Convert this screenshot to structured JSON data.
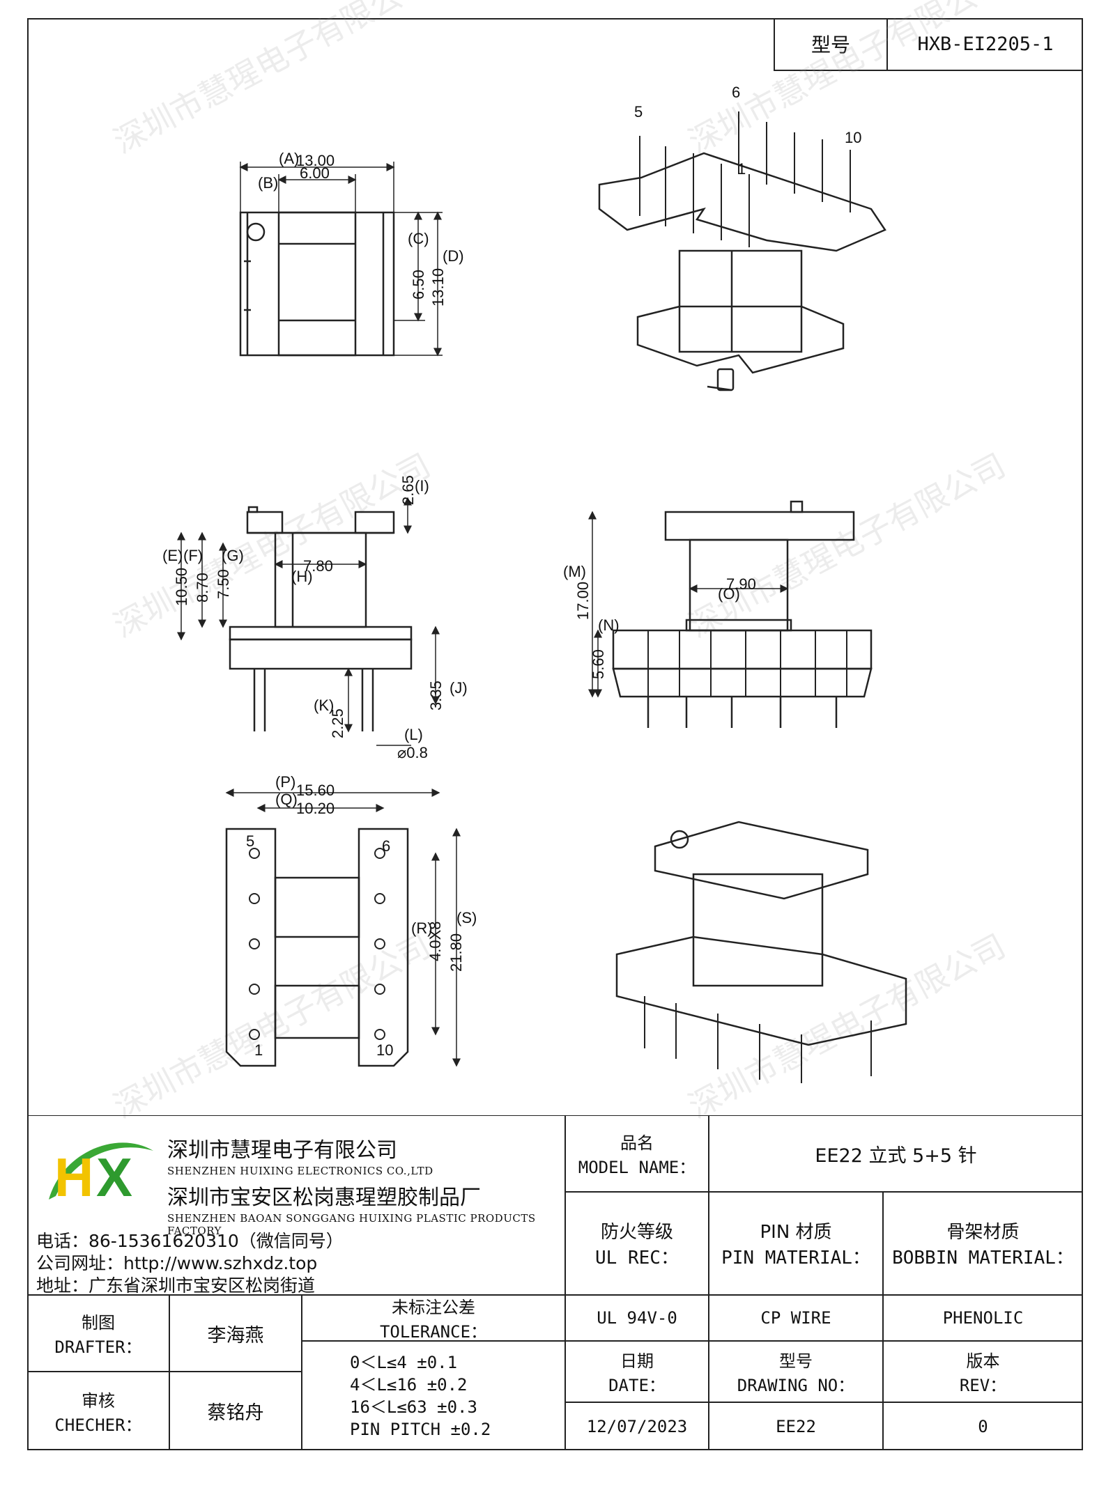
{
  "header": {
    "label": "型号",
    "value": "HXB-EI2205-1"
  },
  "watermark": "深圳市慧瑆电子有限公司",
  "dims": {
    "top": {
      "A": "(A)",
      "A_val": "13.00",
      "B": "(B)",
      "B_val": "6.00",
      "C": "(C)",
      "C_val": "6.50",
      "D": "(D)",
      "D_val": "13.10"
    },
    "side": {
      "E": "(E)",
      "E_val": "10.50",
      "F": "(F)",
      "F_val": "8.70",
      "G": "(G)",
      "G_val": "7.50",
      "H": "(H)",
      "H_val": "7.80",
      "I": "(I)",
      "I_val": "2.65",
      "J": "(J)",
      "J_val": "3.35",
      "K": "(K)",
      "K_val": "2.25",
      "L": "(L)",
      "L_val": "⌀0.8"
    },
    "front": {
      "M": "(M)",
      "M_val": "17.00",
      "N": "(N)",
      "N_val": "5.60",
      "O": "(O)",
      "O_val": "7.90"
    },
    "bottom": {
      "P": "(P)",
      "P_val": "15.60",
      "Q": "(Q)",
      "Q_val": "10.20",
      "R": "(R)",
      "R_val": "4.0X8",
      "S": "(S)",
      "S_val": "21.80"
    },
    "pins": {
      "p1": "1",
      "p5": "5",
      "p6": "6",
      "p10": "10"
    }
  },
  "company": {
    "name1": "深圳市慧瑆电子有限公司",
    "name1_en": "SHENZHEN HUIXING ELECTRONICS CO.,LTD",
    "name2": "深圳市宝安区松岗惠瑆塑胶制品厂",
    "name2_en": "SHENZHEN BAOAN SONGGANG HUIXING PLASTIC PRODUCTS FACTORY",
    "phone": "电话：86-15361620310（微信同号）",
    "website": "公司网址：http://www.szhxdz.top",
    "address": "地址：广东省深圳市宝安区松岗街道",
    "logo_text": "HX",
    "logo_colors": {
      "h": "#f2c300",
      "x": "#2e9a2e",
      "swoosh": "#3aa835"
    }
  },
  "table": {
    "model_name_cn": "品名",
    "model_name_en": "MODEL NAME：",
    "model_name_val": "EE22 立式 5+5 针",
    "ul_cn": "防火等级",
    "ul_en": "UL REC：",
    "pin_cn": "PIN 材质",
    "pin_en": "PIN MATERIAL：",
    "bobbin_cn": "骨架材质",
    "bobbin_en": "BOBBIN MATERIAL：",
    "ul_val": "UL 94V-0",
    "pin_val": "CP WIRE",
    "bobbin_val": "PHENOLIC",
    "drafter_cn": "制图",
    "drafter_en": "DRAFTER：",
    "drafter_val": "李海燕",
    "checker_cn": "审核",
    "checker_en": "CHECHER：",
    "checker_val": "蔡铭舟",
    "tol_cn": "未标注公差",
    "tol_en": "TOLERANCE：",
    "tol_lines": [
      "0＜L≤4  ±0.1",
      "4＜L≤16 ±0.2",
      "16＜L≤63 ±0.3",
      "PIN PITCH ±0.2"
    ],
    "date_cn": "日期",
    "date_en": "DATE：",
    "date_val": "12/07/2023",
    "dwg_cn": "型号",
    "dwg_en": "DRAWING NO：",
    "dwg_val": "EE22",
    "rev_cn": "版本",
    "rev_en": "REV：",
    "rev_val": "0"
  }
}
